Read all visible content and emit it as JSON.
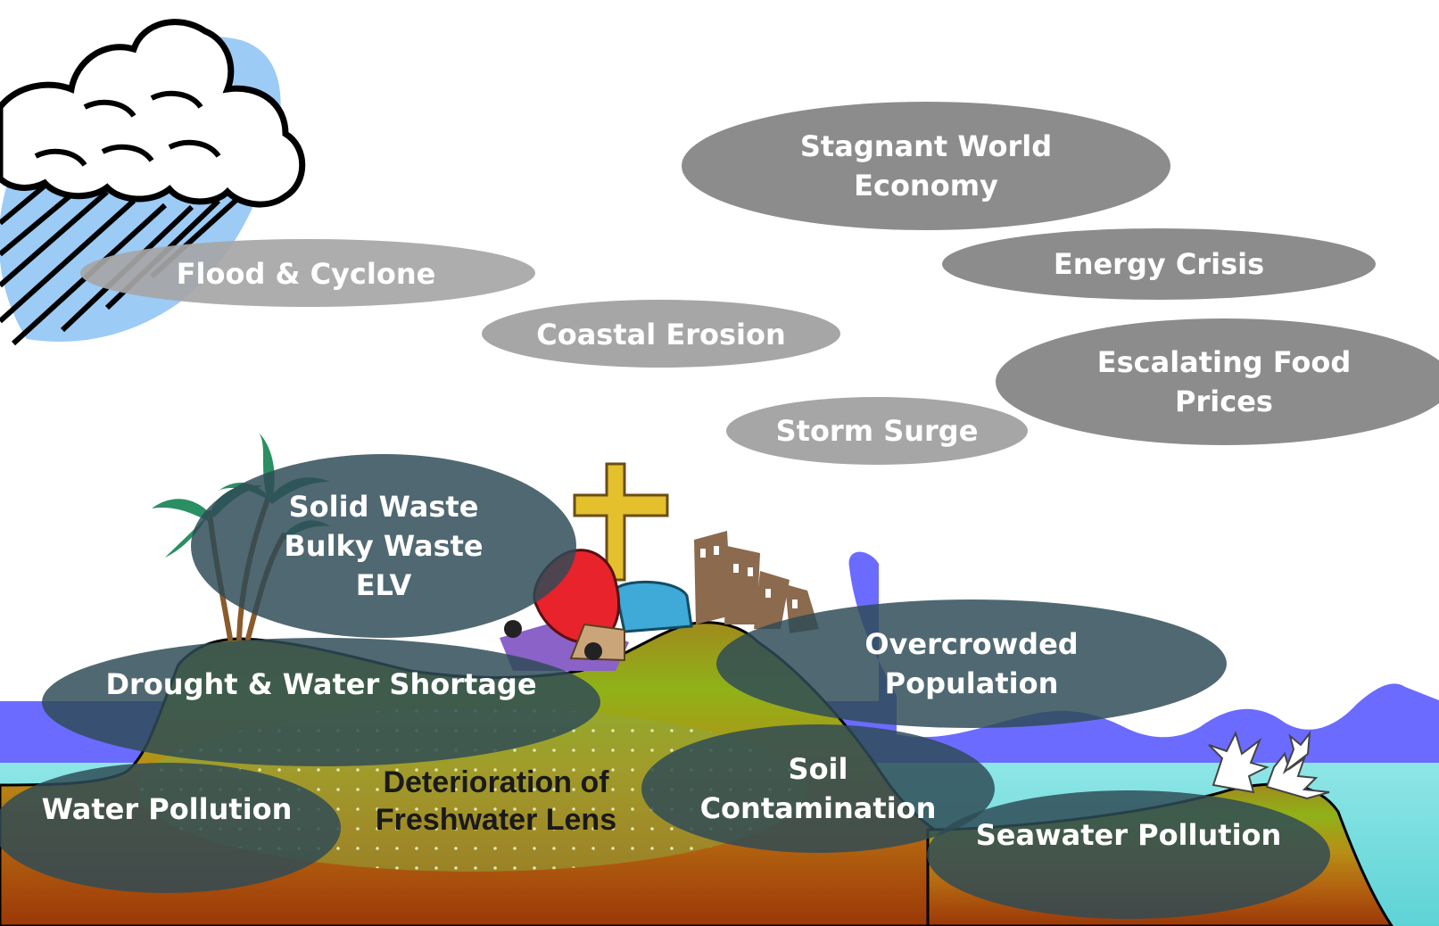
{
  "colors": {
    "sky_issue_fill": "#a6a6a6",
    "economy_issue_fill": "#8c8c8c",
    "island_issue_fill": "#2f4b56",
    "sea": "#6b6bff",
    "lagoon": "#7fdede",
    "cloud": "#9ccbf5"
  },
  "icons": [
    "rain-cloud-icon",
    "palm-tree-icon",
    "church-cross-icon",
    "wrecked-cars-icon",
    "city-buildings-icon",
    "coral-icon"
  ],
  "issues": {
    "stagnant_economy": [
      "Stagnant World",
      "Economy"
    ],
    "energy_crisis": [
      "Energy Crisis"
    ],
    "flood_cyclone": [
      "Flood & Cyclone"
    ],
    "coastal_erosion": [
      "Coastal Erosion"
    ],
    "food_prices": [
      "Escalating Food",
      "Prices"
    ],
    "storm_surge": [
      "Storm Surge"
    ],
    "solid_waste": [
      "Solid Waste",
      "Bulky Waste",
      "ELV"
    ],
    "overcrowded": [
      "Overcrowded",
      "Population"
    ],
    "drought": [
      "Drought & Water Shortage"
    ],
    "soil": [
      "Soil",
      "Contamination"
    ],
    "water_pollution": [
      "Water Pollution"
    ],
    "seawater_pollution": [
      "Seawater Pollution"
    ],
    "freshwater_lens": [
      "Deterioration of",
      "Freshwater Lens"
    ]
  }
}
